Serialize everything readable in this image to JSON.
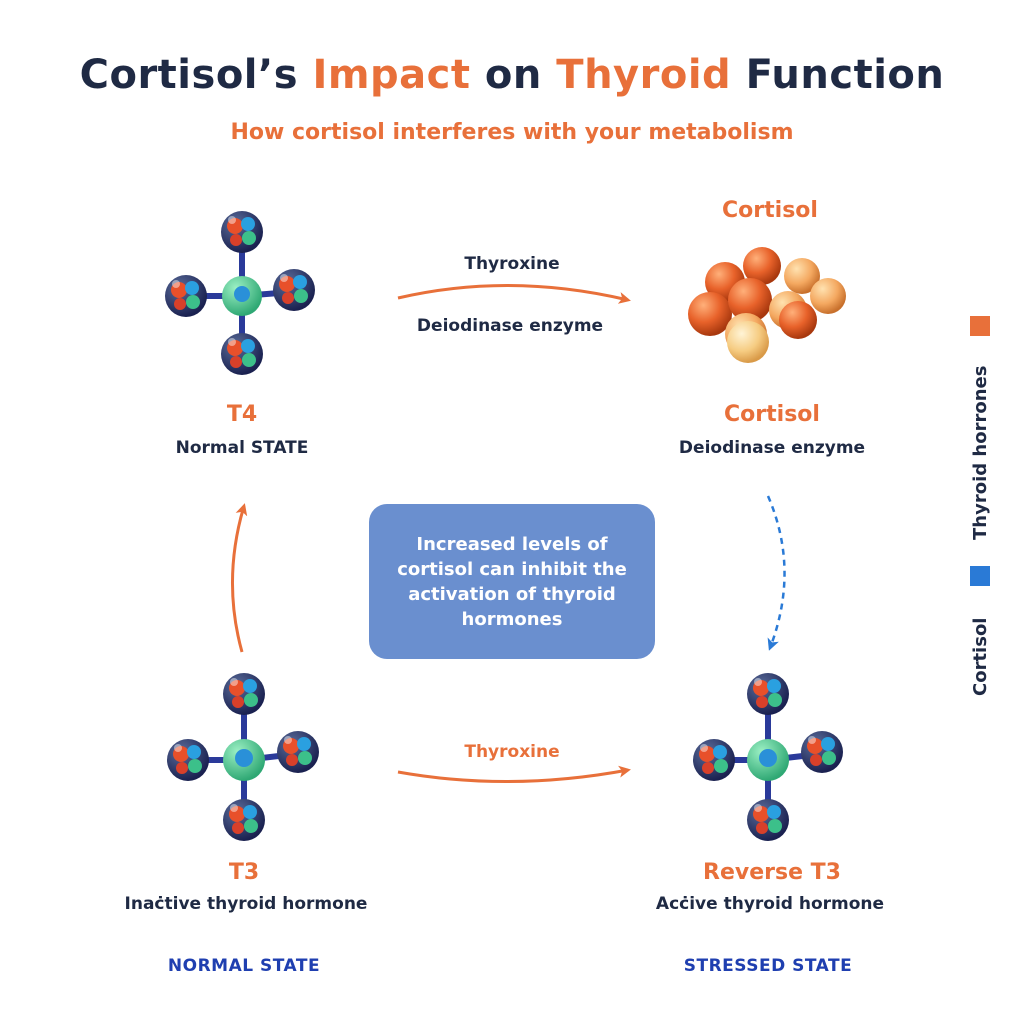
{
  "header": {
    "title_part1": "Cortisol’s ",
    "title_part2": "Impact",
    "title_part3": " on ",
    "title_part4": "Thyroid",
    "title_part5": " Function",
    "subtitle": "How cortisol interferes with your metabolism"
  },
  "top_left": {
    "name": "T4",
    "desc": "Normal STATE"
  },
  "top_right": {
    "heading": "Cortisol",
    "name": "Cortisol",
    "desc": "Deiodinase enzyme"
  },
  "top_arrow": {
    "label_top": "Thyroxine",
    "label_bottom": "Deiodinase enzyme"
  },
  "center_box": {
    "text": "Increased levels of cortisol can inhibit the activation of thyroid hormones"
  },
  "bottom_left": {
    "name": "T3",
    "desc": "Inaċtive thyroid hormone"
  },
  "bottom_right": {
    "name": "Reverse T3",
    "desc": "Acċive thyroid hormone"
  },
  "bottom_arrow": {
    "label": "Thyroxine"
  },
  "states": {
    "left": "NORMAL STATE",
    "right": "STRESSED STATE"
  },
  "legend": {
    "item_orange": "Thyroid horrones",
    "item_blue": "Cortisol",
    "color_orange": "#e8703a",
    "color_blue": "#2a7ad6"
  },
  "colors": {
    "navy": "#1f2a44",
    "orange": "#e8703a",
    "box_blue": "#6a8fcf",
    "state_blue": "#1f3fb0"
  }
}
